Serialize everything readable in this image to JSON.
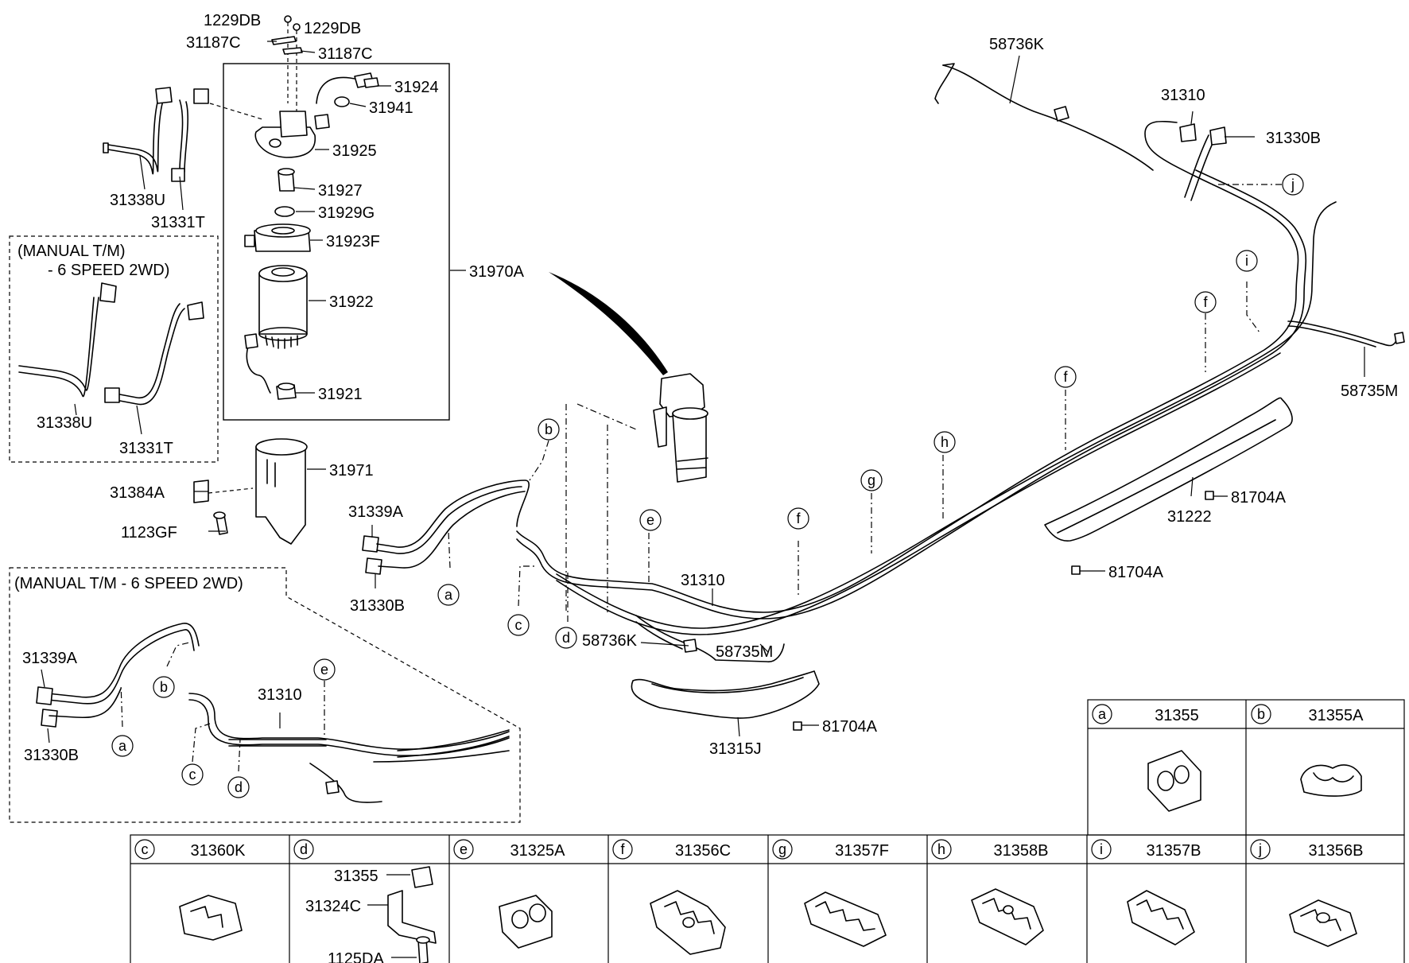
{
  "labels": {
    "p1229db_a": "1229DB",
    "p1229db_b": "1229DB",
    "p31187c_a": "31187C",
    "p31187c_b": "31187C",
    "p31924": "31924",
    "p31941": "31941",
    "p31925": "31925",
    "p31927": "31927",
    "p31929g": "31929G",
    "p31923f": "31923F",
    "p31922": "31922",
    "p31921": "31921",
    "p31970a": "31970A",
    "p31338u_top": "31338U",
    "p31331t_top": "31331T",
    "p31338u_man": "31338U",
    "p31331t_man": "31331T",
    "p31971": "31971",
    "p31384a": "31384A",
    "p1123gf": "1123GF",
    "p31339a_main": "31339A",
    "p31330b_main": "31330B",
    "p31310_main": "31310",
    "p58736k_low": "58736K",
    "p58735m_low": "58735M",
    "p31315j": "31315J",
    "p81704a_low": "81704A",
    "p81704a_r1": "81704A",
    "p81704a_r2": "81704A",
    "p31222": "31222",
    "p58736k_top": "58736K",
    "p31310_top": "31310",
    "p31330b_top": "31330B",
    "p58735m_right": "58735M",
    "p31339a_man": "31339A",
    "p31330b_man": "31330B",
    "p31310_man": "31310"
  },
  "variant_boxes": {
    "upper_line1": "(MANUAL T/M)",
    "upper_line2": "- 6 SPEED 2WD)",
    "lower": "(MANUAL T/M - 6 SPEED 2WD)"
  },
  "callouts": {
    "a": "a",
    "b": "b",
    "c": "c",
    "d": "d",
    "e": "e",
    "f": "f",
    "g": "g",
    "h": "h",
    "i": "i",
    "j": "j"
  },
  "legend": {
    "top_row": [
      {
        "letter": "a",
        "part": "31355"
      },
      {
        "letter": "b",
        "part": "31355A"
      }
    ],
    "bottom_row": [
      {
        "letter": "c",
        "part": "31360K"
      },
      {
        "letter": "d",
        "part": ""
      },
      {
        "letter": "e",
        "part": "31325A"
      },
      {
        "letter": "f",
        "part": "31356C"
      },
      {
        "letter": "g",
        "part": "31357F"
      },
      {
        "letter": "h",
        "part": "31358B"
      },
      {
        "letter": "i",
        "part": "31357B"
      },
      {
        "letter": "j",
        "part": "31356B"
      }
    ],
    "d_subparts": {
      "p31355": "31355",
      "p31324c": "31324C",
      "p1125da": "1125DA"
    }
  }
}
